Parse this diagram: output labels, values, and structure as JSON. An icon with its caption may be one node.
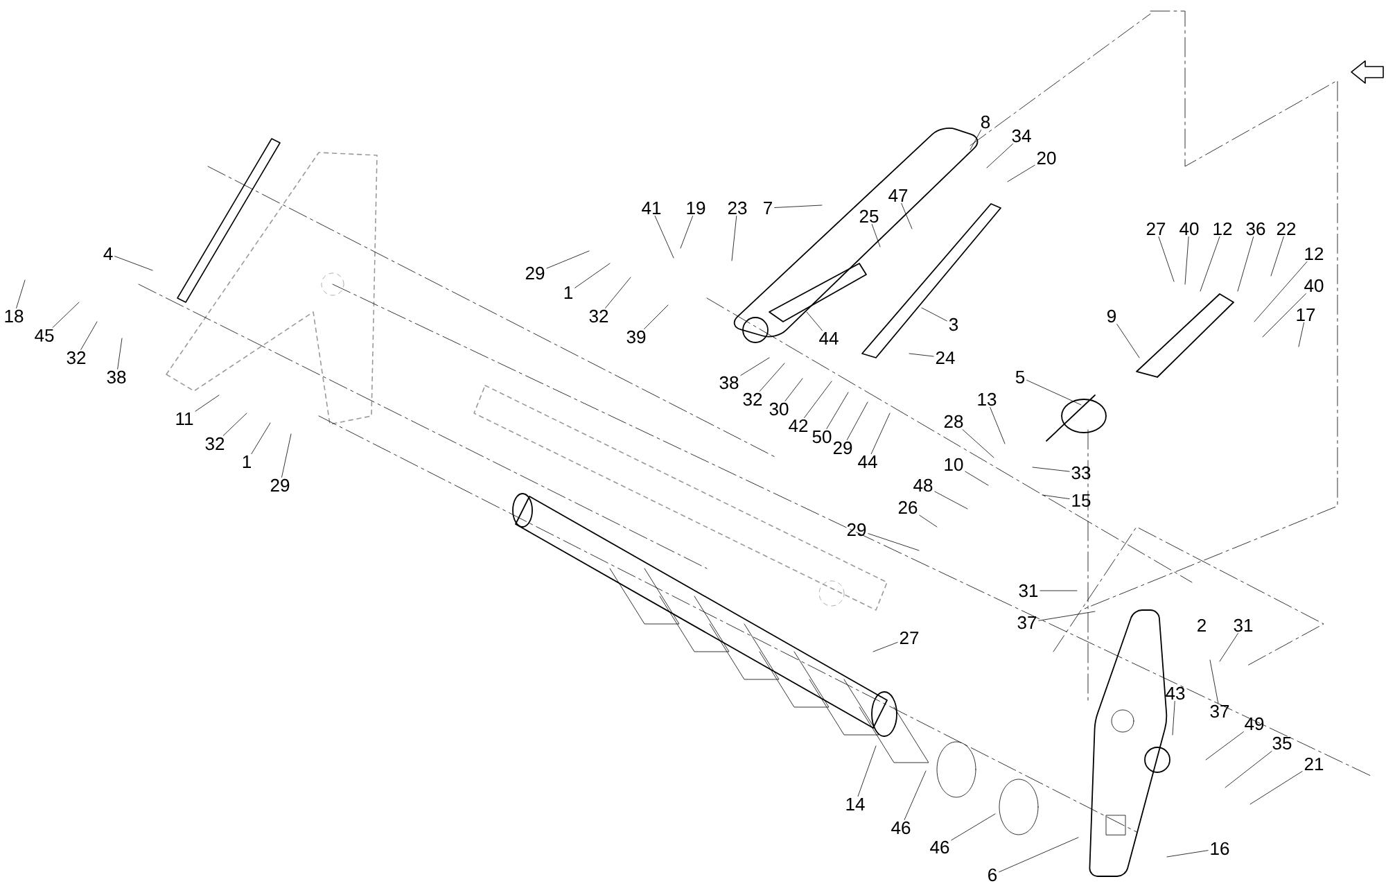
{
  "diagram": {
    "nodes": [
      {
        "text": [
          "8"
        ]
      },
      {
        "text": [
          "34"
        ]
      },
      {
        "text": [
          "20"
        ]
      },
      {
        "text": [
          "7"
        ]
      },
      {
        "text": [
          "23"
        ]
      },
      {
        "text": [
          "19"
        ]
      },
      {
        "text": [
          "41"
        ]
      },
      {
        "text": [
          "47"
        ]
      },
      {
        "text": [
          "25"
        ]
      },
      {
        "text": [
          "27"
        ]
      },
      {
        "text": [
          "40"
        ]
      },
      {
        "text": [
          "12"
        ]
      },
      {
        "text": [
          "36"
        ]
      },
      {
        "text": [
          "22"
        ]
      },
      {
        "text": [
          "12"
        ]
      },
      {
        "text": [
          "40"
        ]
      },
      {
        "text": [
          "17"
        ]
      },
      {
        "text": [
          "4"
        ]
      },
      {
        "text": [
          "29"
        ]
      },
      {
        "text": [
          "1"
        ]
      },
      {
        "text": [
          "32"
        ]
      },
      {
        "text": [
          "39"
        ]
      },
      {
        "text": [
          "18"
        ]
      },
      {
        "text": [
          "45"
        ]
      },
      {
        "text": [
          "32"
        ]
      },
      {
        "text": [
          "38"
        ]
      },
      {
        "text": [
          "9"
        ]
      },
      {
        "text": [
          "44"
        ]
      },
      {
        "text": [
          "3"
        ]
      },
      {
        "text": [
          "24"
        ]
      },
      {
        "text": [
          "5"
        ]
      },
      {
        "text": [
          "38"
        ]
      },
      {
        "text": [
          "32"
        ]
      },
      {
        "text": [
          "30"
        ]
      },
      {
        "text": [
          "42"
        ]
      },
      {
        "text": [
          "50"
        ]
      },
      {
        "text": [
          "29"
        ]
      },
      {
        "text": [
          "44"
        ]
      },
      {
        "text": [
          "13"
        ]
      },
      {
        "text": [
          "11"
        ]
      },
      {
        "text": [
          "28"
        ]
      },
      {
        "text": [
          "32"
        ]
      },
      {
        "text": [
          "10"
        ]
      },
      {
        "text": [
          "33"
        ]
      },
      {
        "text": [
          "1"
        ]
      },
      {
        "text": [
          "48"
        ]
      },
      {
        "text": [
          "29"
        ]
      },
      {
        "text": [
          "15"
        ]
      },
      {
        "text": [
          "26"
        ]
      },
      {
        "text": [
          "29"
        ]
      },
      {
        "text": [
          "31"
        ]
      },
      {
        "text": [
          "37"
        ]
      },
      {
        "text": [
          "31"
        ]
      },
      {
        "text": [
          "27"
        ]
      },
      {
        "text": [
          "43"
        ]
      },
      {
        "text": [
          "37"
        ]
      },
      {
        "text": [
          "49"
        ]
      },
      {
        "text": [
          "35"
        ]
      },
      {
        "text": [
          "21"
        ]
      },
      {
        "text": [
          "14"
        ]
      },
      {
        "text": [
          "46"
        ]
      },
      {
        "text": [
          "46"
        ]
      },
      {
        "text": [
          "16"
        ]
      },
      {
        "text": [
          "6"
        ]
      }
    ],
    "edges": [
      {
        "from": 0,
        "to": null,
        "arrow": "none"
      },
      {
        "from": 1,
        "to": null,
        "arrow": "none"
      },
      {
        "from": 2,
        "to": null,
        "arrow": "none"
      },
      {
        "from": 3,
        "to": null,
        "arrow": "none"
      },
      {
        "from": 4,
        "to": null,
        "arrow": "none"
      },
      {
        "from": 5,
        "to": null,
        "arrow": "none"
      },
      {
        "from": 6,
        "to": null,
        "arrow": "none"
      },
      {
        "from": 7,
        "to": null,
        "arrow": "none"
      },
      {
        "from": 8,
        "to": null,
        "arrow": "none"
      },
      {
        "from": 9,
        "to": null,
        "arrow": "none"
      },
      {
        "from": 10,
        "to": null,
        "arrow": "none"
      },
      {
        "from": 11,
        "to": null,
        "arrow": "none"
      },
      {
        "from": 12,
        "to": null,
        "arrow": "none"
      },
      {
        "from": 13,
        "to": null,
        "arrow": "none"
      },
      {
        "from": 14,
        "to": null,
        "arrow": "none"
      },
      {
        "from": 15,
        "to": null,
        "arrow": "none"
      },
      {
        "from": 16,
        "to": null,
        "arrow": "none"
      },
      {
        "from": 17,
        "to": null,
        "arrow": "none"
      },
      {
        "from": 18,
        "to": null,
        "arrow": "none"
      },
      {
        "from": 19,
        "to": null,
        "arrow": "none"
      },
      {
        "from": 20,
        "to": null,
        "arrow": "none"
      },
      {
        "from": 21,
        "to": null,
        "arrow": "none"
      },
      {
        "from": 22,
        "to": null,
        "arrow": "none"
      },
      {
        "from": 23,
        "to": null,
        "arrow": "none"
      },
      {
        "from": 24,
        "to": null,
        "arrow": "none"
      },
      {
        "from": 25,
        "to": null,
        "arrow": "none"
      },
      {
        "from": 26,
        "to": null,
        "arrow": "none"
      },
      {
        "from": 27,
        "to": null,
        "arrow": "none"
      },
      {
        "from": 28,
        "to": null,
        "arrow": "none"
      },
      {
        "from": 29,
        "to": null,
        "arrow": "none"
      },
      {
        "from": 30,
        "to": null,
        "arrow": "none"
      },
      {
        "from": 31,
        "to": null,
        "arrow": "none"
      },
      {
        "from": 32,
        "to": null,
        "arrow": "none"
      },
      {
        "from": 33,
        "to": null,
        "arrow": "none"
      },
      {
        "from": 34,
        "to": null,
        "arrow": "none"
      },
      {
        "from": 35,
        "to": null,
        "arrow": "none"
      },
      {
        "from": 36,
        "to": null,
        "arrow": "none"
      },
      {
        "from": 37,
        "to": null,
        "arrow": "none"
      },
      {
        "from": 38,
        "to": null,
        "arrow": "none"
      },
      {
        "from": 39,
        "to": null,
        "arrow": "none"
      },
      {
        "from": 40,
        "to": null,
        "arrow": "none"
      },
      {
        "from": 41,
        "to": null,
        "arrow": "none"
      },
      {
        "from": 42,
        "to": null,
        "arrow": "none"
      },
      {
        "from": 43,
        "to": null,
        "arrow": "none"
      },
      {
        "from": 44,
        "to": null,
        "arrow": "none"
      },
      {
        "from": 45,
        "to": null,
        "arrow": "none"
      },
      {
        "from": 46,
        "to": null,
        "arrow": "none"
      },
      {
        "from": 47,
        "to": null,
        "arrow": "none"
      },
      {
        "from": 48,
        "to": null,
        "arrow": "none"
      },
      {
        "from": 49,
        "to": null,
        "arrow": "none"
      },
      {
        "from": 50,
        "to": null,
        "arrow": "none"
      },
      {
        "from": 51,
        "to": null,
        "arrow": "none"
      },
      {
        "from": 52,
        "to": null,
        "arrow": "none"
      },
      {
        "from": 53,
        "to": null,
        "arrow": "none"
      },
      {
        "from": 54,
        "to": null,
        "arrow": "none"
      },
      {
        "from": 55,
        "to": null,
        "arrow": "none"
      },
      {
        "from": 56,
        "to": null,
        "arrow": "none"
      },
      {
        "from": 57,
        "to": null,
        "arrow": "none"
      },
      {
        "from": 58,
        "to": null,
        "arrow": "none"
      },
      {
        "from": 59,
        "to": null,
        "arrow": "none"
      },
      {
        "from": 60,
        "to": null,
        "arrow": "none"
      },
      {
        "from": 61,
        "to": null,
        "arrow": "none"
      },
      {
        "from": 62,
        "to": null,
        "arrow": "none"
      },
      {
        "from": 63,
        "to": null,
        "arrow": "none"
      }
    ],
    "labels": [
      "2"
    ]
  }
}
